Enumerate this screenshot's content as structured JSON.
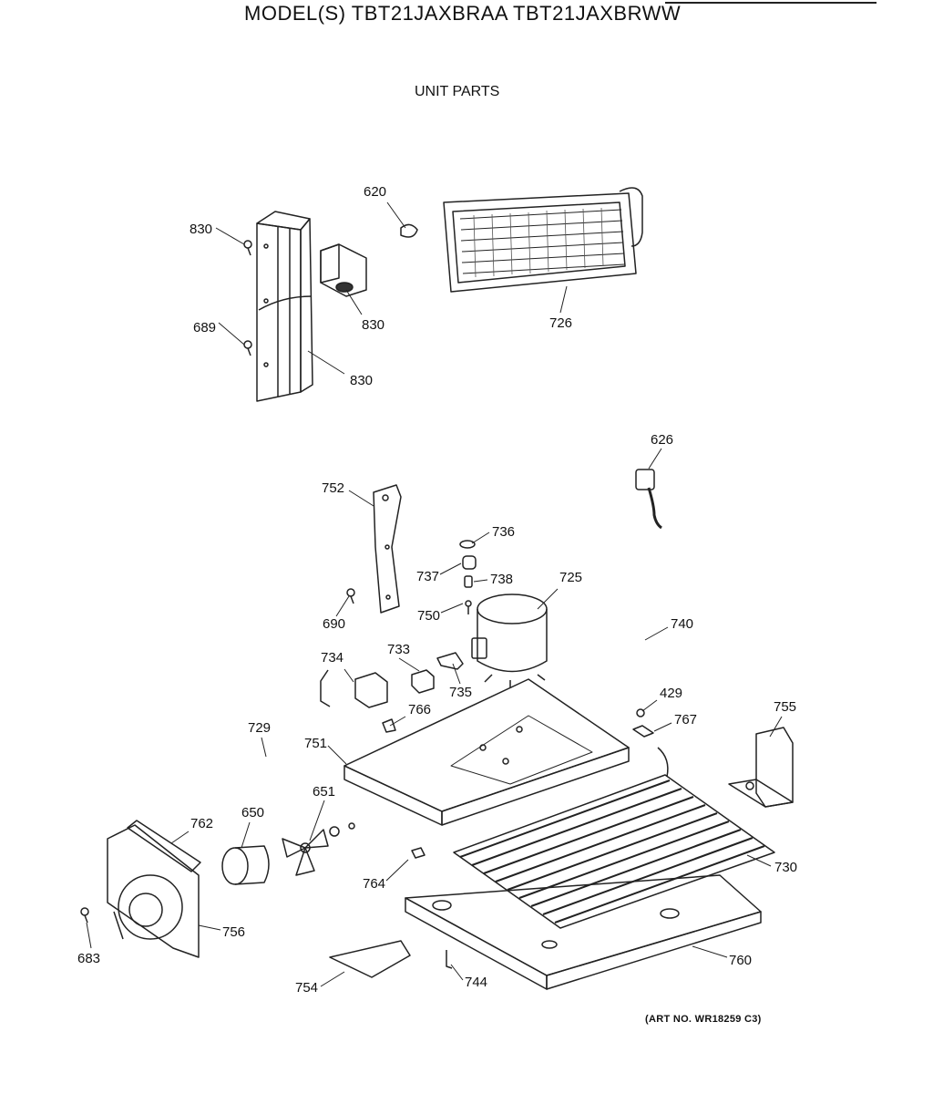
{
  "header": {
    "title": "MODEL(S) TBT21JAXBRAA  TBT21JAXBRWW",
    "subtitle": "UNIT PARTS"
  },
  "footer": {
    "art_no": "(ART NO. WR18259 C3)"
  },
  "callouts": [
    "830",
    "689",
    "620",
    "830",
    "726",
    "830",
    "626",
    "752",
    "736",
    "737",
    "738",
    "725",
    "690",
    "750",
    "740",
    "734",
    "733",
    "735",
    "766",
    "429",
    "755",
    "767",
    "729",
    "751",
    "651",
    "762",
    "650",
    "730",
    "764",
    "683",
    "756",
    "760",
    "754",
    "744"
  ],
  "parts": [
    {
      "name": "evaporator-bracket-part"
    },
    {
      "name": "mounting-screw-part"
    },
    {
      "name": "drain-clip-part"
    },
    {
      "name": "evaporator-assembly-part"
    },
    {
      "name": "defrost-thermostat-part"
    },
    {
      "name": "compressor-mounting-bracket-part"
    },
    {
      "name": "grommet-part"
    },
    {
      "name": "compressor-part"
    },
    {
      "name": "relay-overload-part"
    },
    {
      "name": "compressor-base-part"
    },
    {
      "name": "condenser-coil-part"
    },
    {
      "name": "drain-pan-part"
    },
    {
      "name": "fan-shroud-part"
    },
    {
      "name": "fan-motor-part"
    },
    {
      "name": "fan-blade-part"
    },
    {
      "name": "support-bracket-part"
    }
  ]
}
